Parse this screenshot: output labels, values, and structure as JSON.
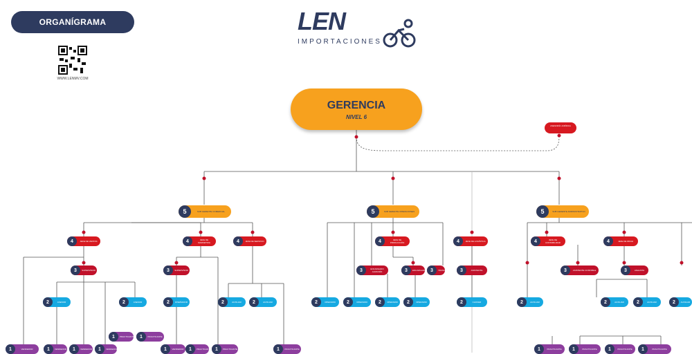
{
  "header": {
    "title": "ORGANÍGRAMA",
    "website": "WWW.LENMV.COM",
    "logo_main": "LEN",
    "logo_sub": "IMPORTACIONES"
  },
  "top": {
    "title": "GERENCIA",
    "level": "NIVEL 6",
    "advisor": "ASESORÍA JURÍDICA"
  },
  "nodes": [
    {
      "id": "l5a",
      "num": "5",
      "label": "SUB GERENTE COMERCIAL",
      "color": "orange"
    },
    {
      "id": "l5b",
      "num": "5",
      "label": "SUB GERENTE OPERACIONES",
      "color": "orange"
    },
    {
      "id": "l5c",
      "num": "5",
      "label": "SUB GERENTE ADMINISTRATIVO",
      "color": "orange"
    },
    {
      "id": "a1",
      "num": "4",
      "label": "JEFE DE VENTAS",
      "color": "red"
    },
    {
      "id": "a2",
      "num": "4",
      "label": "JEFE DE MARKETING",
      "color": "red"
    },
    {
      "id": "a3",
      "num": "4",
      "label": "JEFE DE SERVICIO",
      "color": "red"
    },
    {
      "id": "a4",
      "num": "4",
      "label": "JEFE DE PRODUCCIÓN",
      "color": "red"
    },
    {
      "id": "a5",
      "num": "4",
      "label": "JEFE DE LOGÍSTICA",
      "color": "red"
    },
    {
      "id": "a6",
      "num": "4",
      "label": "JEFE DE CONTABILIDAD",
      "color": "red"
    },
    {
      "id": "a7",
      "num": "4",
      "label": "JEFE DE RRHH",
      "color": "red"
    },
    {
      "id": "b1",
      "num": "3",
      "label": "SUPERVISOR",
      "color": "crimson"
    },
    {
      "id": "b2",
      "num": "3",
      "label": "SUPERVISOR",
      "color": "crimson"
    },
    {
      "id": "b3",
      "num": "3",
      "label": "ENCARGADO ALMACÉN",
      "color": "crimson"
    },
    {
      "id": "b4",
      "num": "3",
      "label": "ENCARGADO",
      "color": "crimson"
    },
    {
      "id": "b5",
      "num": "3",
      "label": "TÉCNICO",
      "color": "crimson"
    },
    {
      "id": "b6",
      "num": "3",
      "label": "ASISTENTE",
      "color": "crimson"
    },
    {
      "id": "b7",
      "num": "3",
      "label": "ASISTENTE CONTABLE",
      "color": "crimson"
    },
    {
      "id": "b8",
      "num": "3",
      "label": "ANALISTA",
      "color": "crimson"
    },
    {
      "id": "c1",
      "num": "2",
      "label": "ASESOR",
      "color": "blue"
    },
    {
      "id": "c2",
      "num": "2",
      "label": "ASESOR",
      "color": "blue"
    },
    {
      "id": "c3",
      "num": "2",
      "label": "DISEÑADOR",
      "color": "blue"
    },
    {
      "id": "c4",
      "num": "2",
      "label": "AUXILIAR",
      "color": "blue"
    },
    {
      "id": "c5",
      "num": "2",
      "label": "AUXILIAR",
      "color": "blue"
    },
    {
      "id": "c6",
      "num": "2",
      "label": "OPERARIO",
      "color": "blue"
    },
    {
      "id": "c7",
      "num": "2",
      "label": "OPERARIO",
      "color": "blue"
    },
    {
      "id": "c8",
      "num": "2",
      "label": "OPERARIO",
      "color": "blue"
    },
    {
      "id": "c9",
      "num": "2",
      "label": "OPERARIO",
      "color": "blue"
    },
    {
      "id": "c10",
      "num": "2",
      "label": "CHOFER",
      "color": "blue"
    },
    {
      "id": "c11",
      "num": "2",
      "label": "AUXILIAR",
      "color": "blue"
    },
    {
      "id": "c12",
      "num": "2",
      "label": "AUXILIAR",
      "color": "blue"
    },
    {
      "id": "c13",
      "num": "2",
      "label": "AUXILIAR",
      "color": "blue"
    },
    {
      "id": "c14",
      "num": "2",
      "label": "AUXILIAR",
      "color": "blue"
    },
    {
      "id": "d1",
      "num": "1",
      "label": "PRACTICANTE",
      "color": "purple"
    },
    {
      "id": "d2",
      "num": "1",
      "label": "PRACTICANTE",
      "color": "purple"
    },
    {
      "id": "d3",
      "num": "1",
      "label": "VENDEDOR",
      "color": "purple"
    },
    {
      "id": "d4",
      "num": "1",
      "label": "VENDEDOR",
      "color": "purple"
    },
    {
      "id": "d5",
      "num": "1",
      "label": "VENDEDOR",
      "color": "purple"
    },
    {
      "id": "d6",
      "num": "1",
      "label": "VENDEDOR",
      "color": "purple"
    },
    {
      "id": "d7",
      "num": "1",
      "label": "VENDEDOR",
      "color": "purple"
    },
    {
      "id": "d8",
      "num": "1",
      "label": "PRACTICANTE",
      "color": "purple"
    },
    {
      "id": "d9",
      "num": "1",
      "label": "PRACTICANTE",
      "color": "purple"
    },
    {
      "id": "d10",
      "num": "1",
      "label": "PRACTICANTE",
      "color": "purple"
    },
    {
      "id": "d11",
      "num": "1",
      "label": "PRACTICANTE",
      "color": "purple"
    },
    {
      "id": "d12",
      "num": "1",
      "label": "PRACTICANTE",
      "color": "purple"
    },
    {
      "id": "d13",
      "num": "1",
      "label": "PRACTICANTE",
      "color": "purple"
    },
    {
      "id": "d14",
      "num": "1",
      "label": "PRACTICANTE",
      "color": "purple"
    }
  ],
  "colors": {
    "navy": "#2e3b5f",
    "orange": "#f7a11e",
    "red": "#d71920",
    "crimson": "#c0112a",
    "blue": "#16a9e1",
    "purple": "#8d3e9e"
  }
}
